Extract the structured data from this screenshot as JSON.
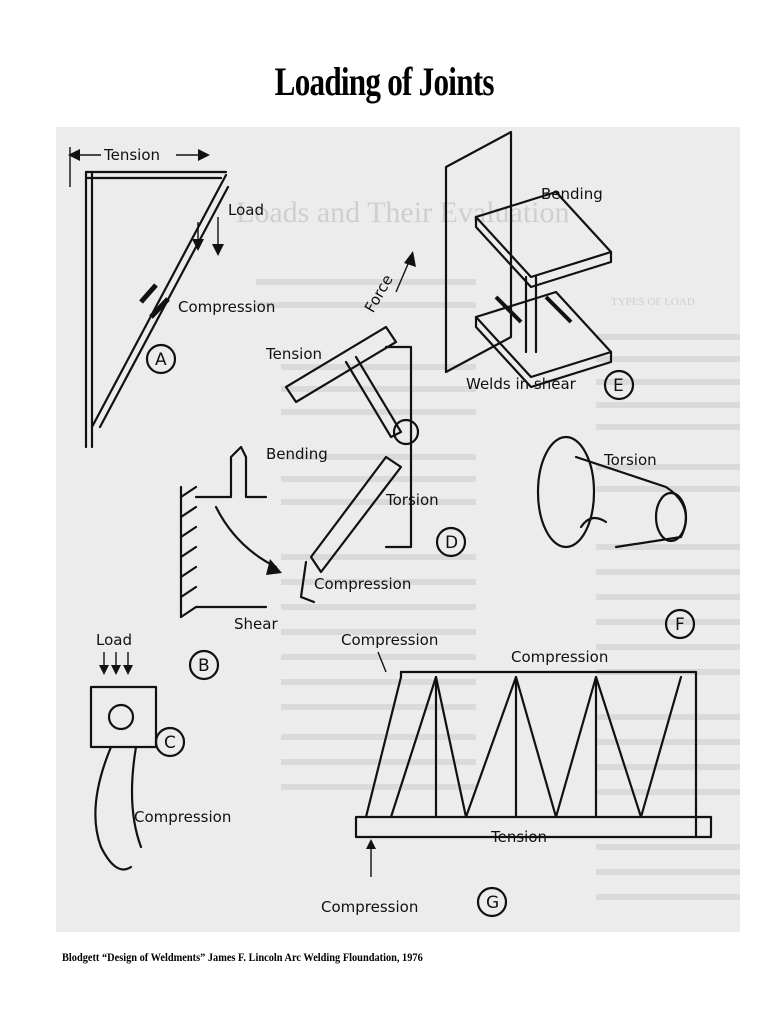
{
  "page": {
    "title": "Loading of Joints",
    "caption": "Blodgett “Design of Weldments”  James F. Lincoln Arc Welding Floundation, 1976"
  },
  "figure": {
    "a": {
      "tension": "Tension",
      "load": "Load",
      "compression": "Compression",
      "tag": "A"
    },
    "b": {
      "shear": "Shear",
      "tag": "B"
    },
    "c": {
      "load": "Load",
      "compression": "Compression",
      "tag": "C"
    },
    "d": {
      "tension": "Tension",
      "force": "Force",
      "bending": "Bending",
      "torsion": "Torsion",
      "compression": "Compression",
      "tag": "D"
    },
    "e": {
      "bending": "Bending",
      "welds": "Welds in shear",
      "tag": "E"
    },
    "f": {
      "torsion": "Torsion",
      "tag": "F"
    },
    "g": {
      "compression_left": "Compression",
      "compression_top": "Compression",
      "tension": "Tension",
      "compression_bottom": "Compression",
      "tag": "G"
    }
  },
  "background_text": {
    "heading": "Loads and Their Evaluation",
    "types_heading": "TYPES OF LOAD"
  }
}
